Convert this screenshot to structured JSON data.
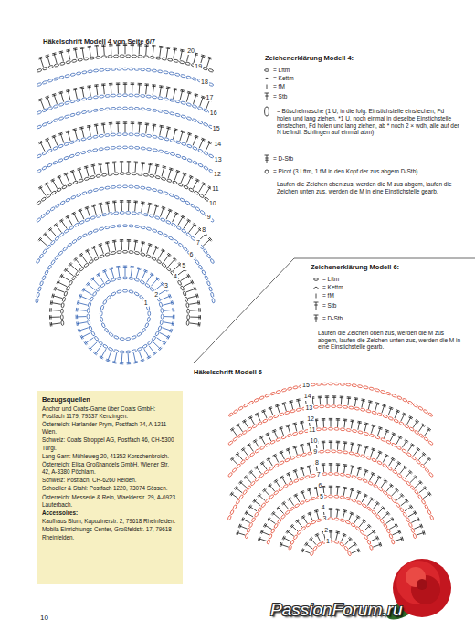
{
  "diagram": {
    "nodes": [
      {
        "text": [
          "Bezugsquellen",
          "Anchor und Coats-Garne über Coats GmbH: Postfach 1179, 79337 Kenzingen.",
          "Österreich: Harlander Prym, Postfach 74, A-1211 Wien.",
          "Schweiz: Coats Stroppel AG, Postfach 46, CH-5300 Turgi.",
          "Lang Garn: Mühleweg 20, 41352 Korschenbroich.",
          "Österreich: Elisa Großhandels GmbH, Wiener Str. 42, A-3380 Pöchlarn.",
          "Schweiz: Postfach, CH-6260 Reiden.",
          "Schoeller & Stahl: Postfach 1220, 73074 Sössen.",
          "Österreich: Messerie & Rein, Waelderstr. 29, A-6923 Lauterbach.",
          "Accessoires:",
          "Kaufhaus Blum, Kapuzinerstr. 2, 79618 Rheinfelden.",
          "Mobila Einrichtungs-Center, Großfeldstr. 17, 79618 Rheinfelden."
        ]
      }
    ],
    "labels": [
      "Häkelschrift Modell 4 von Seite 6/7",
      "20",
      "19",
      "18",
      "17",
      "16",
      "15",
      "14",
      "13",
      "12",
      "11",
      "10",
      "9",
      "8",
      "7",
      "6",
      "5",
      "4",
      "3",
      "2",
      "1",
      "Zeichenerklärung Modell 4:",
      "Laufen die Zeichen oben zus, werden die M zus abgem, laufen die Zeichen unten zus, werden die M in eine Einstichstelle gearb.",
      "Zeichenerklärung Modell 6:",
      "Laufen die Zeichen oben zus, werden die M zus abgem, laufen die Zeichen unten zus, werden die M in eine Einstichstelle gearb.",
      "Häkelschrift Modell 6",
      "15",
      "14",
      "13",
      "12",
      "11",
      "10",
      "9",
      "8",
      "7",
      "6",
      "5",
      "4",
      "3",
      "2",
      "1",
      "10",
      "PassionForum.ru"
    ],
    "legend": [
      {
        "text": "= Lftm"
      },
      {
        "text": "= Kettm"
      },
      {
        "text": "= fM"
      },
      {
        "text": "= Stb"
      },
      {
        "text": "= Büschelmasche (1 U, in die folg. Einstichstelle einstechen, Fd holen und lang ziehen, *1 U, noch einmal in dieselbe Einstichstelle einstechen, Fd holen und lang ziehen, ab * noch 2 × wdh, alle auf der N befindl. Schlingen auf einmal abm)"
      },
      {
        "text": "= D-Stb"
      },
      {
        "text": "= Picot (3 Lftm, 1 fM in den Kopf der zus abgem D-Stb)"
      },
      {
        "text": "= Lftm"
      },
      {
        "text": "= Kettm"
      },
      {
        "text": "= fM"
      },
      {
        "text": "= Stb"
      },
      {
        "text": "= D-Stb"
      }
    ]
  }
}
